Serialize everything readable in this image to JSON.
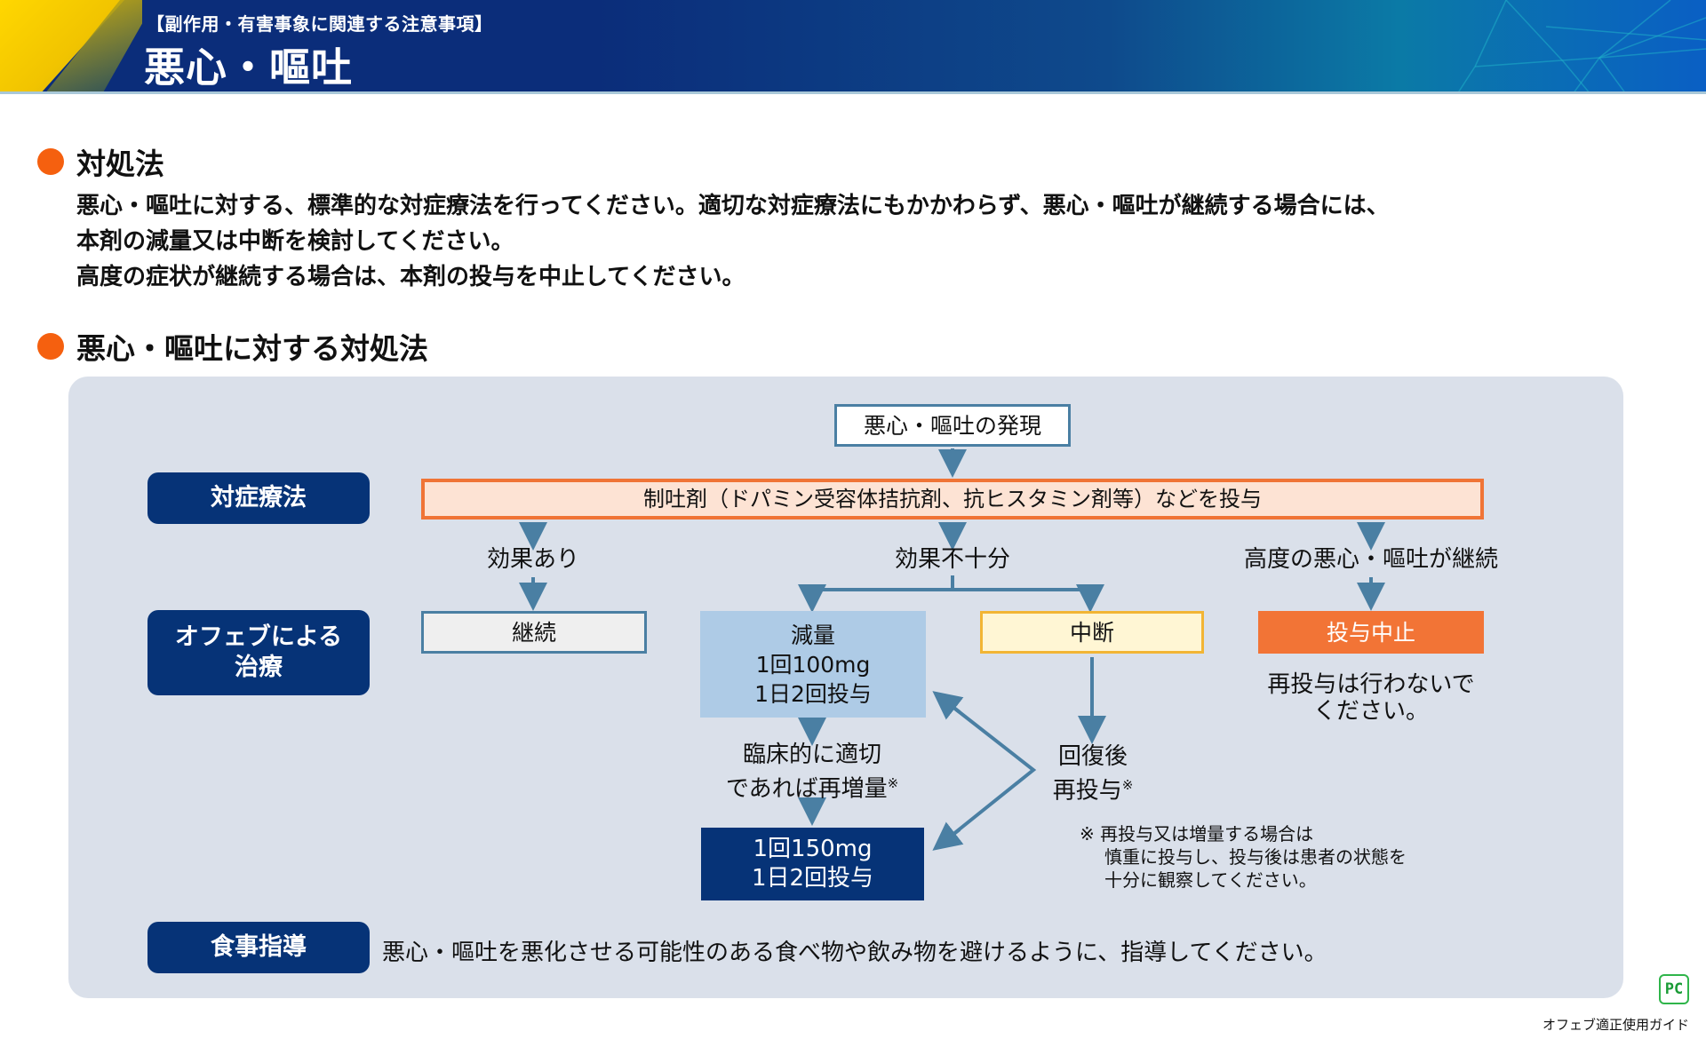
{
  "header": {
    "subtitle": "【副作用・有害事象に関連する注意事項】",
    "title": "悪心・嘔吐"
  },
  "section1": {
    "heading": "対処法",
    "lines": [
      "悪心・嘔吐に対する、標準的な対症療法を行ってください。適切な対症療法にもかかわらず、悪心・嘔吐が継続する場合には、",
      "本剤の減量又は中断を検討してください。",
      "高度の症状が継続する場合は、本剤の投与を中止してください。"
    ]
  },
  "section2": {
    "heading": "悪心・嘔吐に対する対処法"
  },
  "flowchart": {
    "side_labels": {
      "symptomatic": "対症療法",
      "ofev_line1": "オフェブによる",
      "ofev_line2": "治療",
      "diet": "食事指導"
    },
    "onset": "悪心・嘔吐の発現",
    "antiemetic": "制吐剤（ドパミン受容体拮抗剤、抗ヒスタミン剤等）などを投与",
    "branches": {
      "effective": "効果あり",
      "insufficient": "効果不十分",
      "severe": "高度の悪心・嘔吐が継続"
    },
    "continue": "継続",
    "reduce": {
      "line1": "減量",
      "line2": "1回100mg",
      "line3": "1日2回投与"
    },
    "interrupt": "中断",
    "stop": "投与中止",
    "no_readmin_line1": "再投与は行わないで",
    "no_readmin_line2": "ください。",
    "reincrease_line1": "臨床的に適切",
    "reincrease_line2": "であれば再増量",
    "recovery_line1": "回復後",
    "recovery_line2": "再投与",
    "note_mark": "※",
    "dose150": {
      "line1": "1回150mg",
      "line2": "1日2回投与"
    },
    "footnote": {
      "line1": "※ 再投与又は増量する場合は",
      "line2": "慎重に投与し、投与後は患者の状態を",
      "line3": "十分に観察してください。"
    },
    "diet_text": "悪心・嘔吐を悪化させる可能性のある食べ物や飲み物を避けるように、指導してください。"
  },
  "footer": {
    "logo_text": "PC",
    "guide_name": "オフェブ適正使用ガイド"
  },
  "colors": {
    "navy": "#063377",
    "accent_orange": "#f5600f",
    "arrow_blue": "#4a7fa3",
    "panel_bg": "#dae0ea"
  }
}
